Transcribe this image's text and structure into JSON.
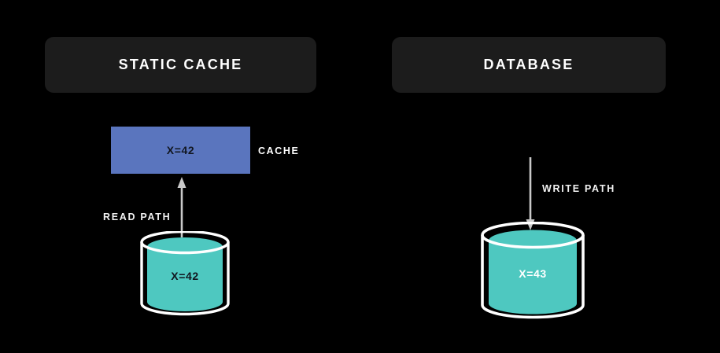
{
  "background_color": "#000000",
  "panels": [
    {
      "id": "static-cache",
      "title": "STATIC CACHE",
      "header_bg": "#1c1c1c",
      "header_text_color": "#ffffff"
    },
    {
      "id": "database",
      "title": "DATABASE",
      "header_bg": "#1c1c1c",
      "header_text_color": "#ffffff"
    }
  ],
  "cache_box": {
    "value": "X=42",
    "side_label": "CACHE",
    "fill_color": "#5a75be",
    "text_color": "#11161f"
  },
  "paths": {
    "read": {
      "label": "READ PATH",
      "direction": "up",
      "color": "#c9c9c9"
    },
    "write": {
      "label": "WRITE PATH",
      "direction": "down",
      "color": "#c9c9c9"
    }
  },
  "cylinders": [
    {
      "id": "cache-source",
      "value": "X=42",
      "fill_color": "#4ec8c0",
      "outline_color": "#ffffff",
      "text_color": "#11161f"
    },
    {
      "id": "database",
      "value": "X=43",
      "fill_color": "#4ec8c0",
      "outline_color": "#ffffff",
      "text_color": "#ffffff"
    }
  ]
}
